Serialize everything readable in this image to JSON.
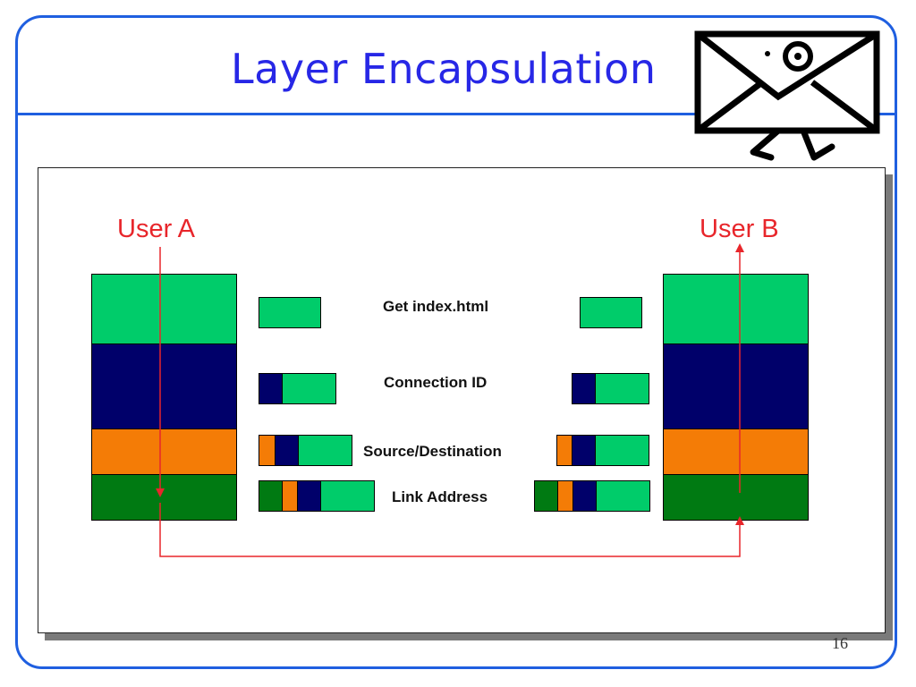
{
  "slide": {
    "title": "Layer Encapsulation",
    "page_number": "16"
  },
  "users": {
    "a": "User A",
    "b": "User B"
  },
  "layers": [
    {
      "label": "Get index.html"
    },
    {
      "label": "Connection ID"
    },
    {
      "label": "Source/Destination"
    },
    {
      "label": "Link Address"
    }
  ],
  "colors": {
    "frame": "#1f5fe0",
    "title": "#2727e6",
    "app": "#00cc6a",
    "transport": "#00006a",
    "network": "#f47c06",
    "link": "#007a12",
    "arrow": "#e8262b"
  },
  "icons": {
    "logo": "envelope-with-eye-icon"
  }
}
